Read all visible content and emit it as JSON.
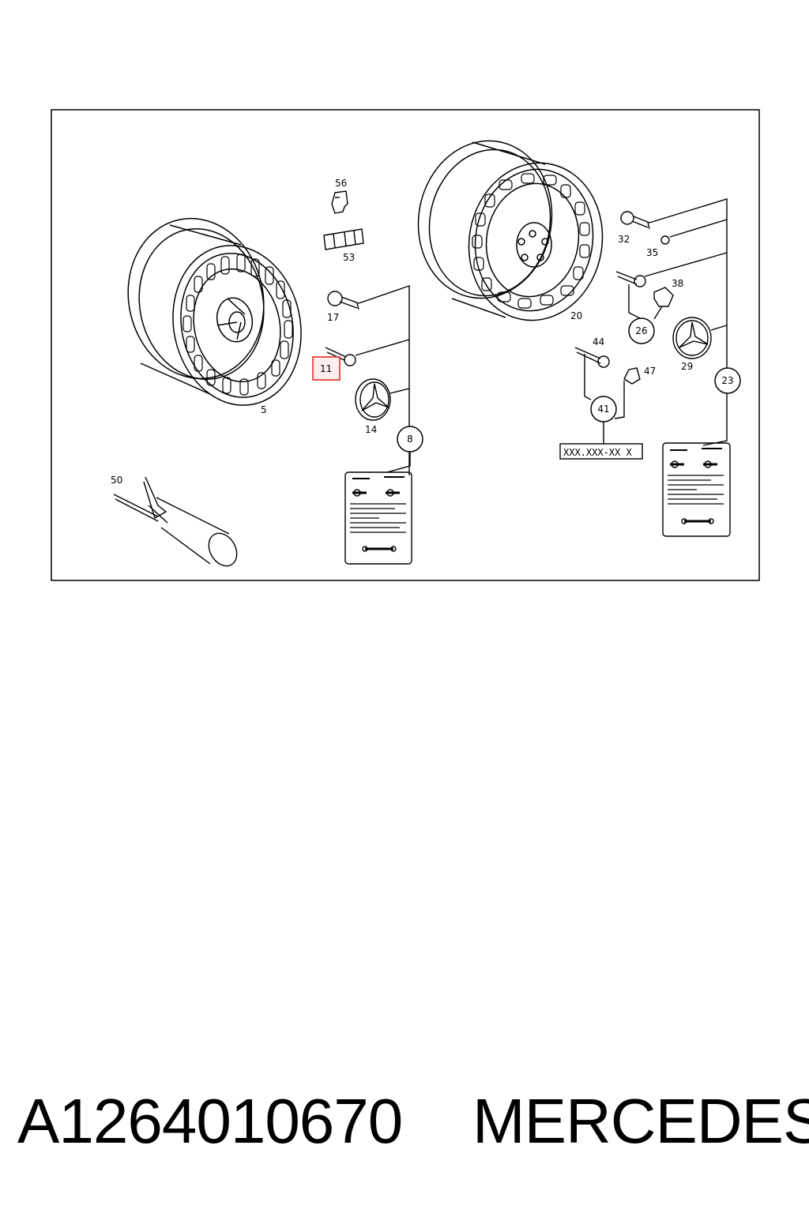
{
  "diagram": {
    "callouts": {
      "c56": "56",
      "c53": "53",
      "c17": "17",
      "c11": "11",
      "c14": "14",
      "c5": "5",
      "c50": "50",
      "c20": "20",
      "c32": "32",
      "c35": "35",
      "c38": "38",
      "c44": "44",
      "c47": "47",
      "c29": "29"
    },
    "circles": {
      "c8": "8",
      "c26": "26",
      "c41": "41",
      "c23": "23"
    },
    "part_code_box": "XXX.XXX-XX X",
    "highlight_color": "#e8413c"
  },
  "footer": {
    "part_number": "A1264010670",
    "brand": "MERCEDES"
  }
}
